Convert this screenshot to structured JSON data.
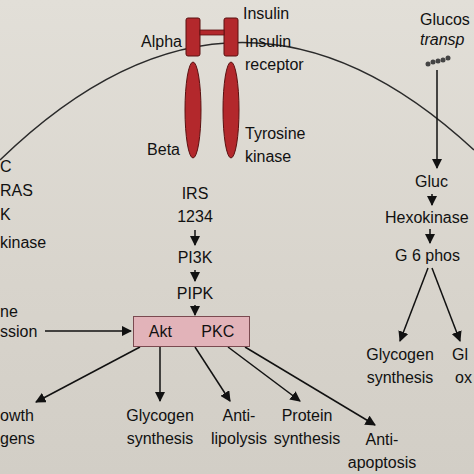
{
  "diagram": {
    "nodes": [
      {
        "text": [
          "Akt",
          "PKC"
        ]
      }
    ],
    "labels": [
      "Insulin",
      "Alpha",
      "Insulin receptor",
      "Beta",
      "Tyrosine kinase",
      "Glucos",
      "transp",
      "C",
      "RAS",
      "K",
      "kinase",
      "IRS 1234",
      "Gluc",
      "Hexokinase",
      "G 6 phos",
      "PI3K",
      "PIPK",
      "ne",
      "ssion",
      "Glycogen synthesis",
      "Gl",
      "ox",
      "owth",
      "gens",
      "Glycogen synthesis",
      "Anti- lipolysis",
      "Protein synthesis",
      "Anti- apoptosis"
    ]
  }
}
